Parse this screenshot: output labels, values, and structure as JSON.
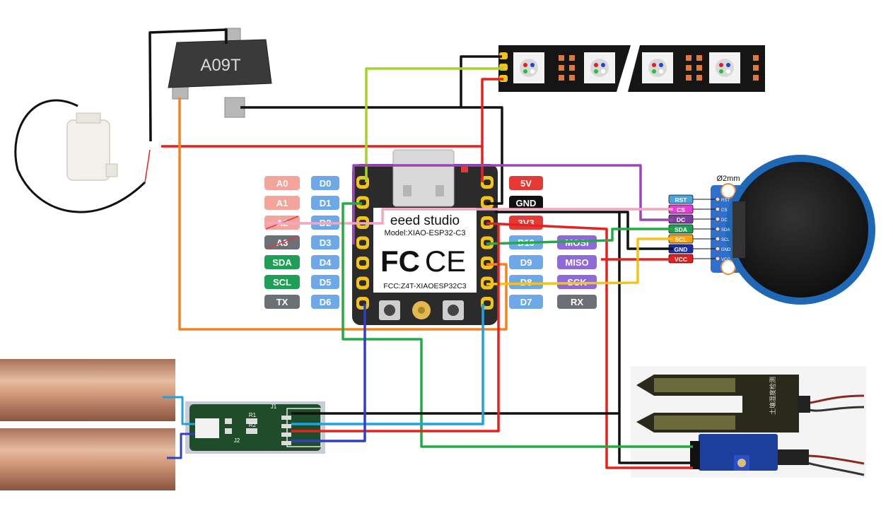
{
  "transistor": {
    "marking": "A09T"
  },
  "board": {
    "brand": "eeed studio",
    "model": "Model:XIAO-ESP32-C3",
    "fc_mark": "FC",
    "ce_mark": "CE",
    "fcc_id": "FCC:Z4T-XIAOESP32C3"
  },
  "left_pins": {
    "analog": [
      "A0",
      "A1",
      "A2",
      "A3"
    ],
    "alt": [
      "SDA",
      "SCL",
      "TX"
    ],
    "digital": [
      "D0",
      "D1",
      "D2",
      "D3",
      "D4",
      "D5",
      "D6"
    ]
  },
  "right_pins": {
    "power": [
      "5V",
      "GND",
      "3V3"
    ],
    "digital": [
      "D10",
      "D9",
      "D8",
      "D7"
    ],
    "alt": [
      "MOSI",
      "MISO",
      "SCK",
      "RX"
    ]
  },
  "display": {
    "hole_label": "Ø2mm",
    "pins": [
      "RST",
      "CS",
      "DC",
      "SDA",
      "SCL",
      "GND",
      "VCC"
    ],
    "pin_colors": [
      "#4aa3df",
      "#e83ed8",
      "#7b3fa0",
      "#1f9e55",
      "#f5a21b",
      "#1c2fa8",
      "#e02020"
    ]
  },
  "touch_board": {
    "labels": [
      "R1",
      "R2",
      "J1",
      "J2"
    ]
  },
  "moisture_probe": {
    "text": "土壤湿度检测"
  },
  "colors": {
    "wire_red": "#e52222",
    "wire_black": "#111111",
    "wire_orange": "#f5821f",
    "wire_green": "#22aa44",
    "wire_lime": "#a6d32a",
    "wire_purple": "#9b46b5",
    "wire_pink": "#f3a6c4",
    "wire_yellow": "#f5c21b",
    "wire_blue": "#1ea2e0",
    "wire_navy": "#3040c0",
    "pin_analog": "#f4a49b",
    "pin_digital": "#6fa8e6",
    "pin_alt_green": "#1f9e55",
    "pin_gray": "#6b6f76",
    "pin_power_red": "#e53935",
    "pin_black": "#111111",
    "pin_purple": "#8e6ad8"
  }
}
